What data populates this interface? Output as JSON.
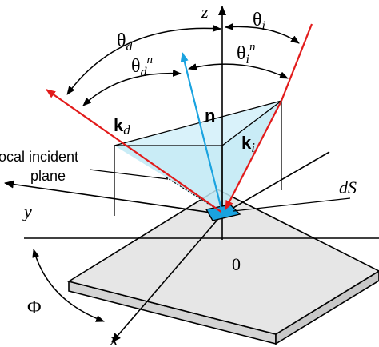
{
  "colors": {
    "ray": "#e21b1b",
    "normal": "#1aa3e0",
    "plane_fill": "#bfe9f5",
    "plate_fill": "#e6e6e6",
    "ink": "#000000"
  },
  "labels": {
    "z_axis": "z",
    "y_axis": "y",
    "x_axis": "x",
    "theta_d_base": "θ",
    "theta_d_sub": "d",
    "theta_i_base": "θ",
    "theta_i_sub": "i",
    "theta_dn_base": "θ",
    "theta_dn_sub": "d",
    "theta_dn_sup": "n",
    "theta_in_base": "θ",
    "theta_in_sub": "i",
    "theta_in_sup": "n",
    "normal_vec": "n",
    "k_d_base": "k",
    "k_d_sub": "d",
    "k_i_base": "k",
    "k_i_sub": "i",
    "local_plane_line1": "local incident",
    "local_plane_line2": "plane",
    "surface_element": "dS",
    "origin": "0",
    "azimuth": "Φ"
  }
}
